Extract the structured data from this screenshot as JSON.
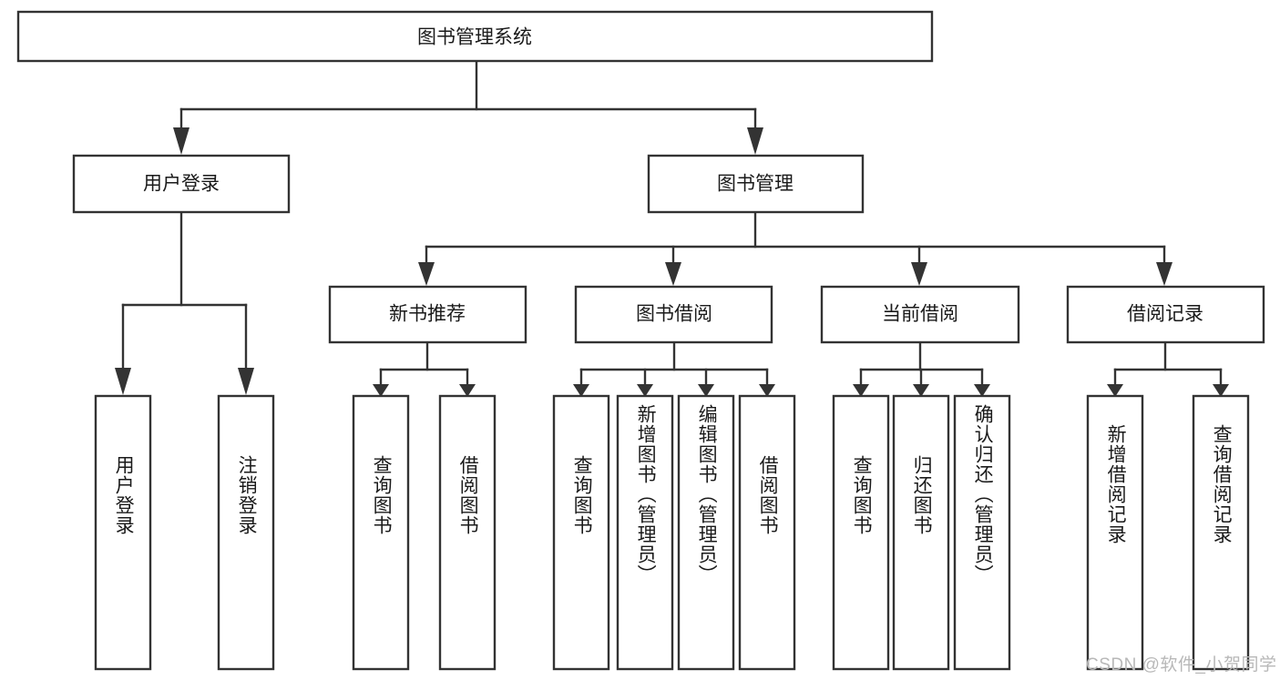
{
  "diagram": {
    "type": "tree-hierarchy",
    "title": "图书管理系统",
    "orientation": "top-down",
    "watermark": "CSDN @软件_小贺同学",
    "levels": 4,
    "root": {
      "label": "图书管理系统",
      "name": "root-node"
    },
    "level2": [
      {
        "label": "用户登录",
        "name": "node-user-login"
      },
      {
        "label": "图书管理",
        "name": "node-book-management"
      }
    ],
    "level3": [
      {
        "label": "新书推荐",
        "name": "node-new-book-recommend"
      },
      {
        "label": "图书借阅",
        "name": "node-book-borrow"
      },
      {
        "label": "当前借阅",
        "name": "node-current-borrow"
      },
      {
        "label": "借阅记录",
        "name": "node-borrow-record"
      }
    ],
    "leaves": {
      "user_login": [
        {
          "label": "用户登录",
          "name": "leaf-user-login"
        },
        {
          "label": "注销登录",
          "name": "leaf-logout"
        }
      ],
      "new_book_recommend": [
        {
          "label": "查询图书",
          "name": "leaf-query-book-1"
        },
        {
          "label": "借阅图书",
          "name": "leaf-borrow-book-1"
        }
      ],
      "book_borrow": [
        {
          "label": "查询图书",
          "name": "leaf-query-book-2"
        },
        {
          "label": "新增图书（管理员）",
          "name": "leaf-add-book-admin"
        },
        {
          "label": "编辑图书（管理员）",
          "name": "leaf-edit-book-admin"
        },
        {
          "label": "借阅图书",
          "name": "leaf-borrow-book-2"
        }
      ],
      "current_borrow": [
        {
          "label": "查询图书",
          "name": "leaf-query-book-3"
        },
        {
          "label": "归还图书",
          "name": "leaf-return-book"
        },
        {
          "label": "确认归还（管理员）",
          "name": "leaf-confirm-return-admin"
        }
      ],
      "borrow_record": [
        {
          "label": "新增借阅记录",
          "name": "leaf-add-borrow-record"
        },
        {
          "label": "查询借阅记录",
          "name": "leaf-query-borrow-record"
        }
      ]
    },
    "colors": {
      "stroke": "#333333",
      "fill": "#ffffff",
      "text": "#1a1a1a",
      "watermark": "#b8b8b8",
      "background": "#ffffff"
    }
  }
}
